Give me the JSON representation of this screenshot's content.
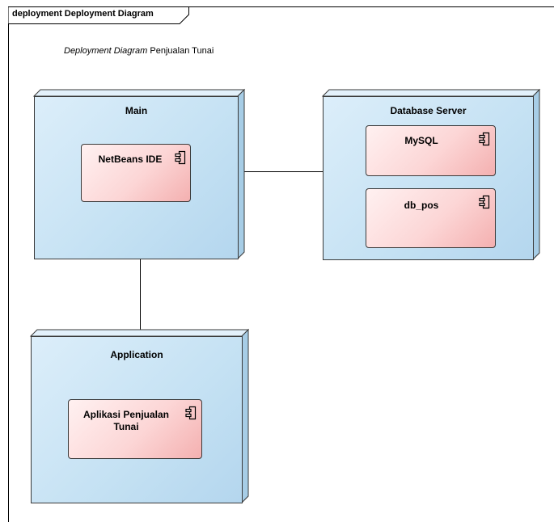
{
  "frame": {
    "title": "deployment Deployment Diagram"
  },
  "caption": {
    "italic": "Deployment Diagram",
    "plain": "Penjualan Tunai"
  },
  "nodes": {
    "main": {
      "label": "Main"
    },
    "database_server": {
      "label": "Database Server"
    },
    "application": {
      "label": "Application"
    }
  },
  "components": {
    "netbeans": {
      "label": "NetBeans IDE"
    },
    "mysql": {
      "label": "MySQL"
    },
    "db_pos": {
      "label": "db_pos"
    },
    "aplikasi": {
      "label": "Aplikasi Penjualan Tunai"
    }
  },
  "icons": {
    "component": "uml-component-icon"
  },
  "colors": {
    "node_fill": "#c4e1f3",
    "node_side": "#a7cde6",
    "component_fill": "#fcd6d6",
    "line": "#000000"
  }
}
